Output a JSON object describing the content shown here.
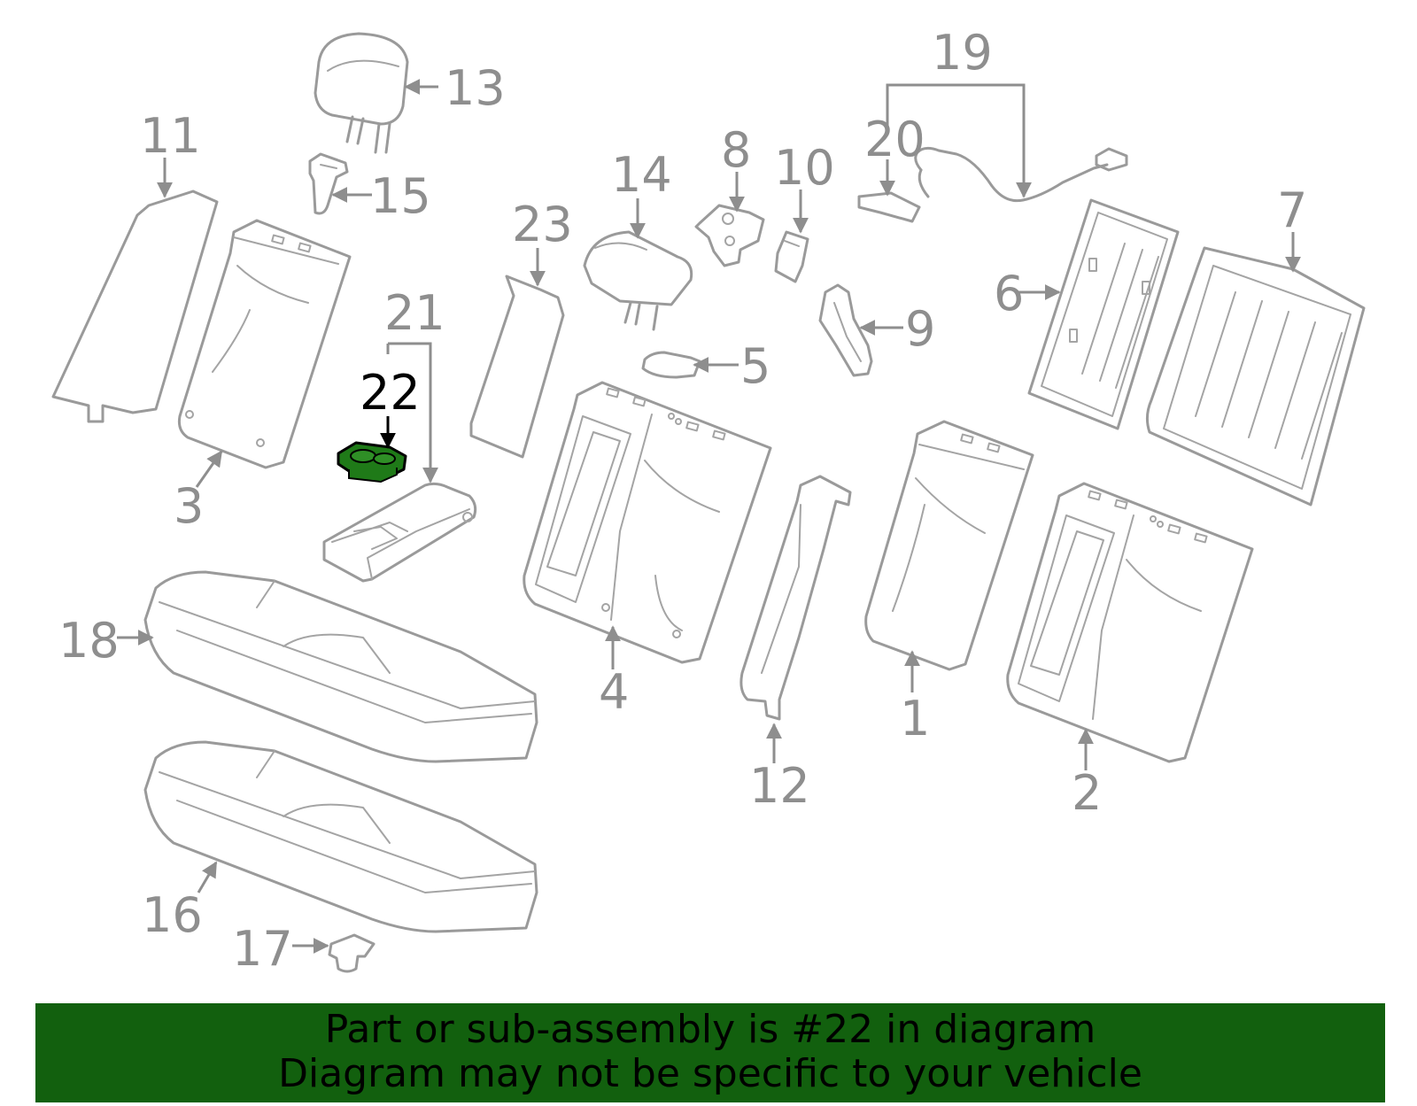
{
  "diagram": {
    "highlighted_part": "22",
    "highlight_color": "#1f7a18",
    "line_color": "#9a9a9a",
    "callouts": {
      "c1": "1",
      "c2": "2",
      "c3": "3",
      "c4": "4",
      "c5": "5",
      "c6": "6",
      "c7": "7",
      "c8": "8",
      "c9": "9",
      "c10": "10",
      "c11": "11",
      "c12": "12",
      "c13": "13",
      "c14": "14",
      "c15": "15",
      "c16": "16",
      "c17": "17",
      "c18": "18",
      "c19": "19",
      "c20": "20",
      "c21": "21",
      "c22": "22",
      "c23": "23"
    }
  },
  "banner": {
    "color": "#12600e",
    "line1": "Part or sub-assembly is #22 in diagram",
    "line2": "Diagram may not be specific to your vehicle"
  }
}
